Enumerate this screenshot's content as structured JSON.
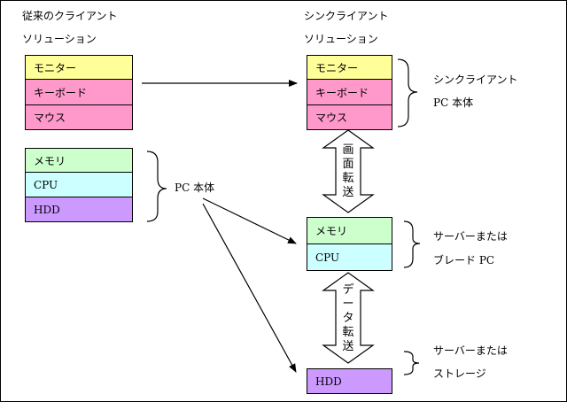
{
  "left": {
    "title1": "従来のクライアント",
    "title2": "ソリューション",
    "group1": [
      "モニター",
      "キーボード",
      "マウス"
    ],
    "group2": [
      "メモリ",
      "CPU",
      "HDD"
    ],
    "brace_label": "PC 本体"
  },
  "right": {
    "title1": "シンクライアント",
    "title2": "ソリューション",
    "group1": [
      "モニター",
      "キーボード",
      "マウス"
    ],
    "group1_label1": "シンクライアント",
    "group1_label2": "PC 本体",
    "transfer1": [
      "画",
      "面",
      "転",
      "送"
    ],
    "group2": [
      "メモリ",
      "CPU"
    ],
    "group2_label1": "サーバーまたは",
    "group2_label2": "ブレード PC",
    "transfer2": [
      "デ",
      "ー",
      "タ",
      "転",
      "送"
    ],
    "hdd": "HDD",
    "hdd_label1": "サーバーまたは",
    "hdd_label2": "ストレージ"
  },
  "colors": {
    "monitor": "#ffff99",
    "keyboard_mouse": "#ff99cc",
    "memory": "#ccffcc",
    "cpu": "#ccffff",
    "hdd": "#cc99ff"
  }
}
